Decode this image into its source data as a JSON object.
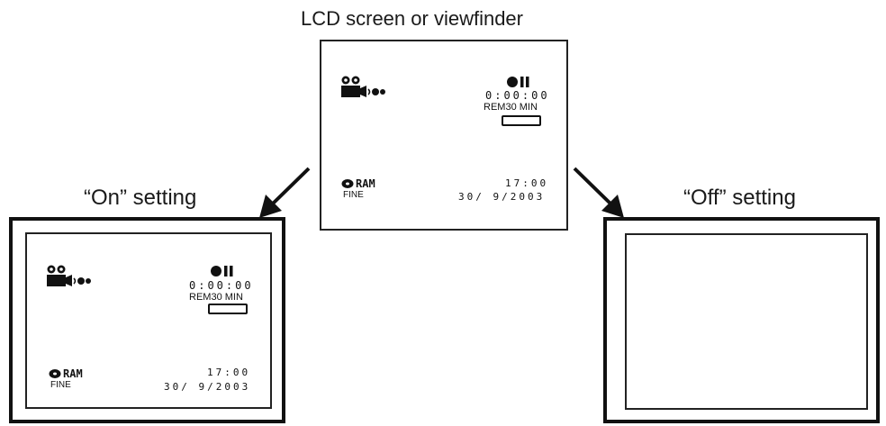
{
  "captions": {
    "top": "LCD screen or viewfinder",
    "on": "“On” setting",
    "off": "“Off” setting"
  },
  "osd": {
    "counter": "0:00:00",
    "remaining_prefix": "REM",
    "remaining_value": "30 MIN",
    "media": "RAM",
    "quality": "FINE",
    "time": "17:00",
    "date": "30/ 9/2003"
  },
  "icons": [
    "camera-mode-icon",
    "record-pause-icon",
    "disc-icon",
    "battery-icon",
    "arrow-icon"
  ]
}
